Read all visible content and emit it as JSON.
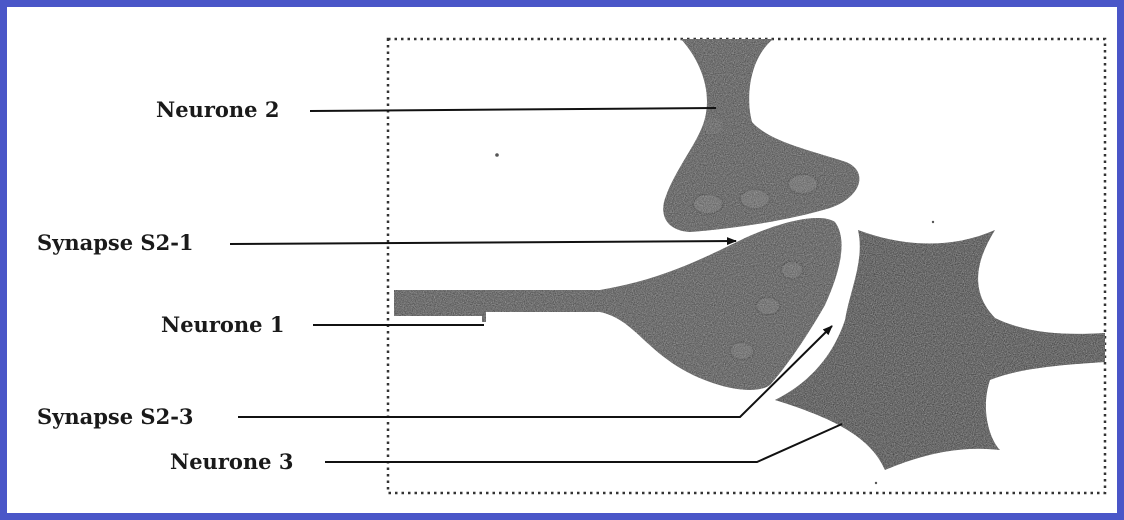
{
  "colors": {
    "border": "#4a56c8",
    "neuron_fill": "#3a3a3a",
    "neuron_3_fill": "#262626",
    "leader_line": "#111111"
  },
  "labels": {
    "neurone_2": "Neurone 2",
    "synapse_s2_1": "Synapse S2-1",
    "neurone_1": "Neurone 1",
    "synapse_s2_3": "Synapse S2-3",
    "neurone_3": "Neurone 3"
  }
}
